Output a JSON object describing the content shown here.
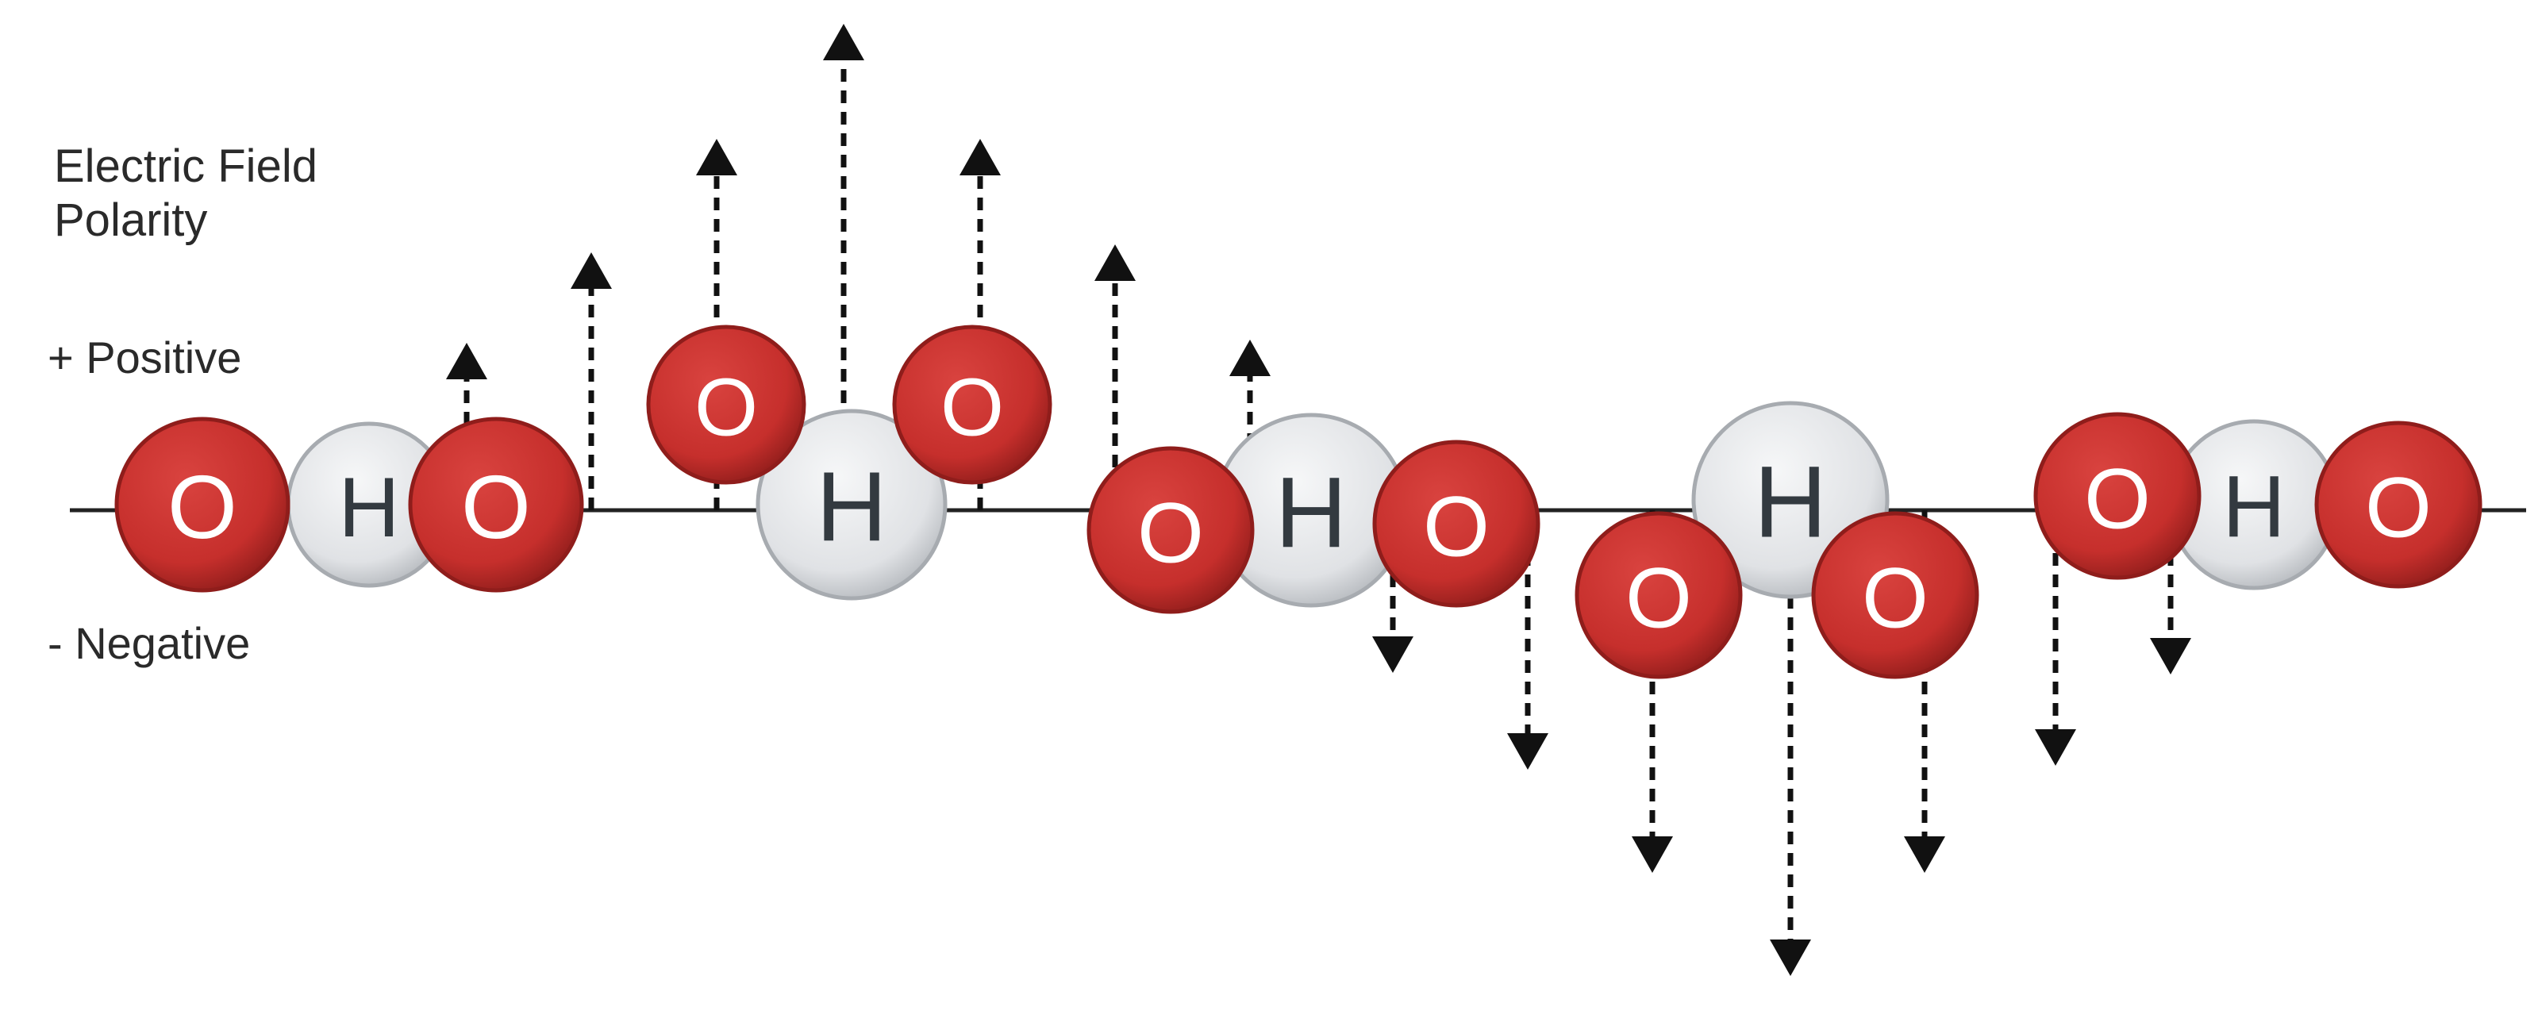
{
  "labels": {
    "title_line1": "Electric Field",
    "title_line2": "Polarity",
    "positive": "+ Positive",
    "negative": "- Negative"
  },
  "atoms": {
    "oxygen": "O",
    "hydrogen": "H"
  },
  "colors": {
    "oxygen_fill": "#c62f2c",
    "oxygen_rim": "#8f1d1b",
    "hydrogen_fill": "#e3e5e8",
    "hydrogen_rim": "#a7abb0",
    "axis_line": "#222222",
    "arrow": "#111111"
  }
}
